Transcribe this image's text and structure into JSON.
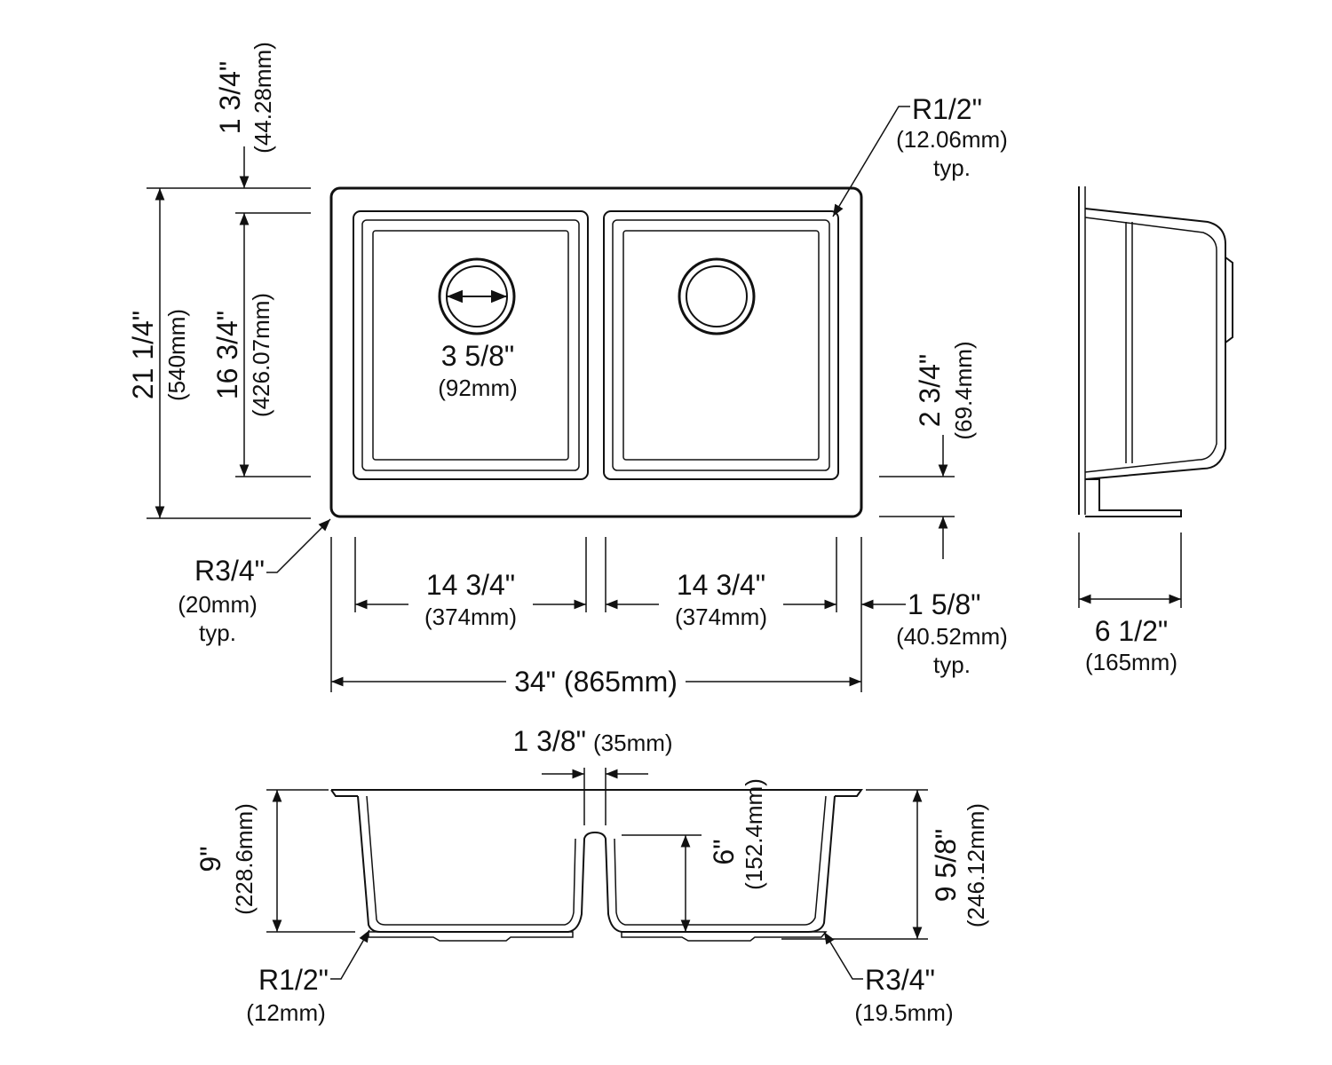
{
  "plan": {
    "overall_width": "34\" (865mm)",
    "overall_depth": {
      "in": "21 1/4\"",
      "mm": "(540mm)"
    },
    "top_flange": {
      "in": "1 3/4\"",
      "mm": "(44.28mm)"
    },
    "bowl_depth": {
      "in": "16 3/4\"",
      "mm": "(426.07mm)"
    },
    "corner_radius_outer": {
      "in": "R3/4\"",
      "mm": "(20mm)",
      "note": "typ."
    },
    "corner_radius_inner": {
      "in": "R1/2\"",
      "mm": "(12.06mm)",
      "note": "typ."
    },
    "drain": {
      "in": "3 5/8\"",
      "mm": "(92mm)"
    },
    "bowl_left": {
      "in": "14 3/4\"",
      "mm": "(374mm)"
    },
    "bowl_right": {
      "in": "14 3/4\"",
      "mm": "(374mm)"
    },
    "side_rim": {
      "in": "1 5/8\"",
      "mm": "(40.52mm)",
      "note": "typ."
    },
    "bottom_rim": {
      "in": "2 3/4\"",
      "mm": "(69.4mm)"
    }
  },
  "side_view": {
    "depth": {
      "in": "6 1/2\"",
      "mm": "(165mm)"
    }
  },
  "section": {
    "divider": {
      "in": "1 3/8\"",
      "mm": "(35mm)"
    },
    "divider_height": {
      "in": "6\"",
      "mm": "(152.4mm)"
    },
    "left_depth": {
      "in": "9\"",
      "mm": "(228.6mm)"
    },
    "right_depth": {
      "in": "9 5/8\"",
      "mm": "(246.12mm)"
    },
    "radius_left": {
      "in": "R1/2\"",
      "mm": "(12mm)"
    },
    "radius_right": {
      "in": "R3/4\"",
      "mm": "(19.5mm)"
    }
  }
}
